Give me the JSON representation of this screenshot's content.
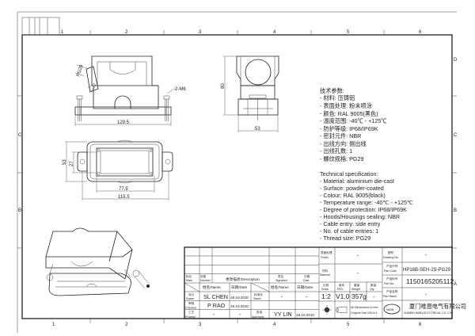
{
  "sheet": {
    "column_labels": [
      "1",
      "2",
      "3",
      "4",
      "5",
      "6"
    ],
    "row_labels": [
      "D",
      "C",
      "B",
      "A"
    ]
  },
  "dimensions": {
    "front_width": "129.5",
    "gland_label": "PG29",
    "bolt_label": "2-M6",
    "side_height": "80",
    "side_width": "53",
    "top_height": "53",
    "top_inner_height": "27",
    "top_inner_width": "77.5",
    "top_width": "115.5"
  },
  "spec_cn": {
    "title": "技术参数:",
    "items": [
      "- 材料: 压铸铝",
      "- 表面处理: 粉末喷涂",
      "- 颜色: RAL 9005(黑色)",
      "- 温度范围: -40℃ - +125℃",
      "- 防护等级: IP68/IP69K",
      "- 密封元件: NBR",
      "- 出线方向: 侧出线",
      "- 出线孔数: 1",
      "- 螺纹规格: PG29"
    ]
  },
  "spec_en": {
    "title": "Technical specification:",
    "items": [
      "- Material: aluminium die-cast",
      "- Surface: powder-coated",
      "- Colour: RAL 9005(black)",
      "- Temperature range: -40℃ - +125℃",
      "- Degree of protection: IP68/IP69K",
      "- Hoods/Housings sealing: NBR",
      "- Cable entry: side entry",
      "- No. of cable entries: 1",
      "- Thread size: PG29"
    ]
  },
  "title_block": {
    "mark_cn": "标记",
    "mark": "Mark",
    "number_cn": "处数",
    "number": "Number",
    "description": "更改描述/Description",
    "signature_cn": "签名",
    "signature": "Signature",
    "date_cn": "日期",
    "date": "Date",
    "name_col": "姓名/Name",
    "date_col": "日期/Date",
    "name_col2": "姓名/Name",
    "date_col2": "日期/Date",
    "drawn_cn": "设计",
    "drawn": "Drawn",
    "checked_cn": "审核",
    "checked": "Checked",
    "process_cn": "工艺",
    "process": "Process",
    "stand_cn": "标准化",
    "stand": "Stand.",
    "approved_cn": "批准",
    "approved": "Approved",
    "drawn_name": "SL CHEN",
    "drawn_date": "18.10.2010",
    "checked_name": "P RAO",
    "checked_date": "18.10.2010",
    "process_name": "-",
    "process_date": "-",
    "stand_name": "-",
    "stand_date": "-",
    "approved_name": "YY LIN",
    "approved_date": "18.10.2010",
    "finish_cn": "表面处理",
    "finish": "Finish",
    "finish_value": "-",
    "material_cn": "材料",
    "material": "Material",
    "material_value": "-",
    "scale_cn": "比例",
    "scale": "Scale",
    "scale_value": "1:2",
    "rev_cn": "版本",
    "rev": "REV.",
    "rev_value": "V1.0",
    "weight_cn": "重量",
    "weight": "Weight",
    "weight_value": "357g",
    "qty_cn": "数量",
    "qty": "Qty.",
    "qty_value": "-",
    "dims_note_1": "All Dimensions in mm",
    "dims_note_2": "Original Size DIN A 4",
    "drawing_no_cn": "图号",
    "drawing_no": "Drawing No.",
    "drawing_no_value": "-",
    "part_code_cn": "产品代号",
    "part_code": "Part Code",
    "part_code_value": "HP16B-SEH-2S-PG29",
    "part_no_cn": "产品料号",
    "part_no": "Part No.",
    "part_no_value": "1150165205112",
    "part_name_cn": "产品名称",
    "part_name": "Part Name",
    "part_name_value": "-",
    "logo_text": "WAIN",
    "company_cn": "厦门唯恩电气有限公司",
    "company_en": "XIAMEN WAIN ELECTRICAL CO.,LTD"
  }
}
